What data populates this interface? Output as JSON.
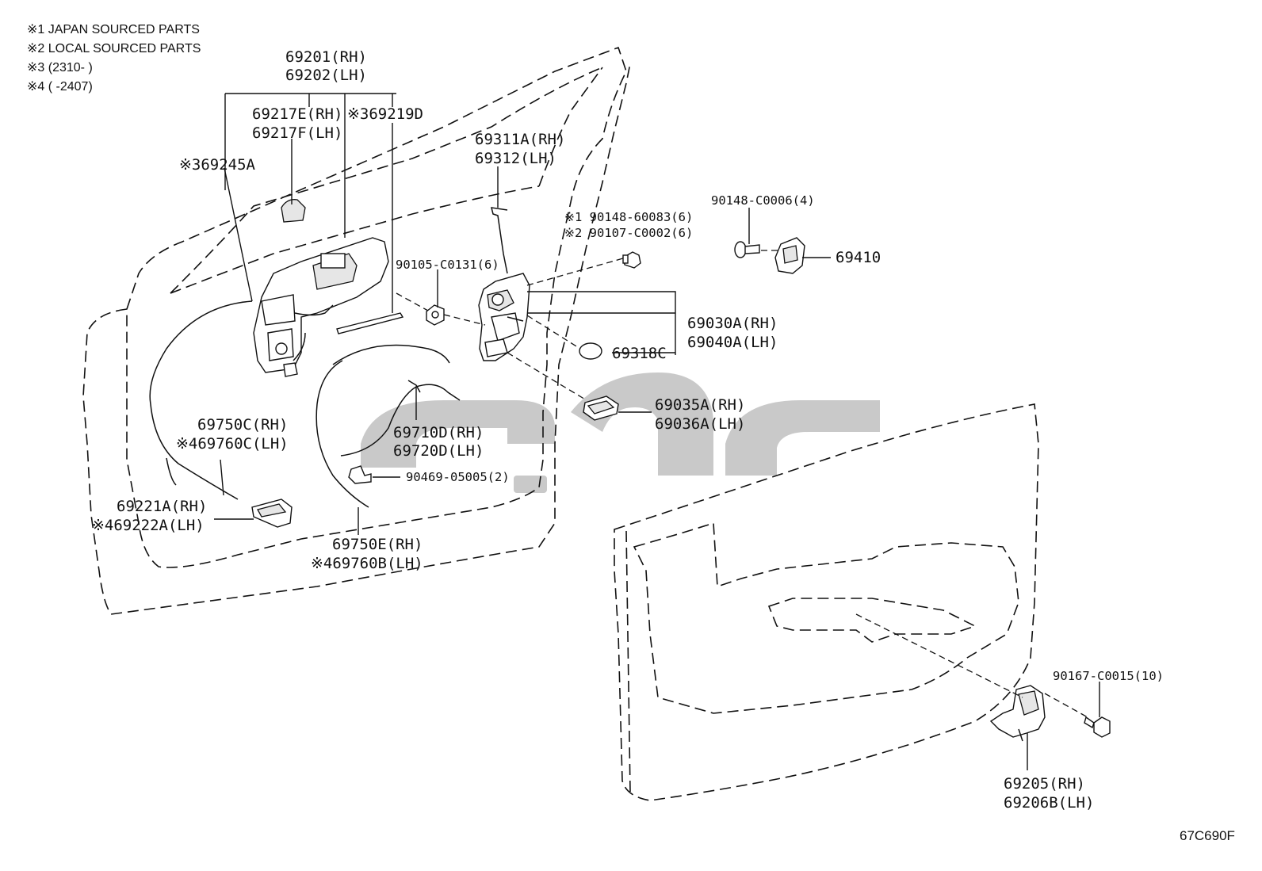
{
  "notes": [
    "※1 JAPAN SOURCED PARTS",
    "※2 LOCAL SOURCED PARTS",
    "※3 (2310-      )",
    "※4 (      -2407)"
  ],
  "diagram_code": "67C690F",
  "labels": {
    "p69201": "69201(RH)",
    "p69202": "69202(LH)",
    "p69217e": "69217E(RH)",
    "p69217f": "69217F(LH)",
    "p69219d": "※369219D",
    "p69245a": "※369245A",
    "p69311a": "69311A(RH)",
    "p69312": "69312(LH)",
    "s90148_60083": "※1 90148-60083(6)",
    "s90107_c0002": "※2 90107-C0002(6)",
    "s90148_c0006": "90148-C0006(4)",
    "p69410": "69410",
    "s90105_c0131": "90105-C0131(6)",
    "p69030a": "69030A(RH)",
    "p69040a": "69040A(LH)",
    "p69318c": "69318C",
    "p69035a": "69035A(RH)",
    "p69036a": "69036A(LH)",
    "p69750c": "69750C(RH)",
    "p69760c": "※469760C(LH)",
    "p69710d": "69710D(RH)",
    "p69720d": "69720D(LH)",
    "s90469_05005": "90469-05005(2)",
    "p69221a": "69221A(RH)",
    "p69222a": "※469222A(LH)",
    "p69750e": "69750E(RH)",
    "p69760b": "※469760B(LH)",
    "s90167_c0015": "90167-C0015(10)",
    "p69205": "69205(RH)",
    "p69206b": "69206B(LH)"
  }
}
